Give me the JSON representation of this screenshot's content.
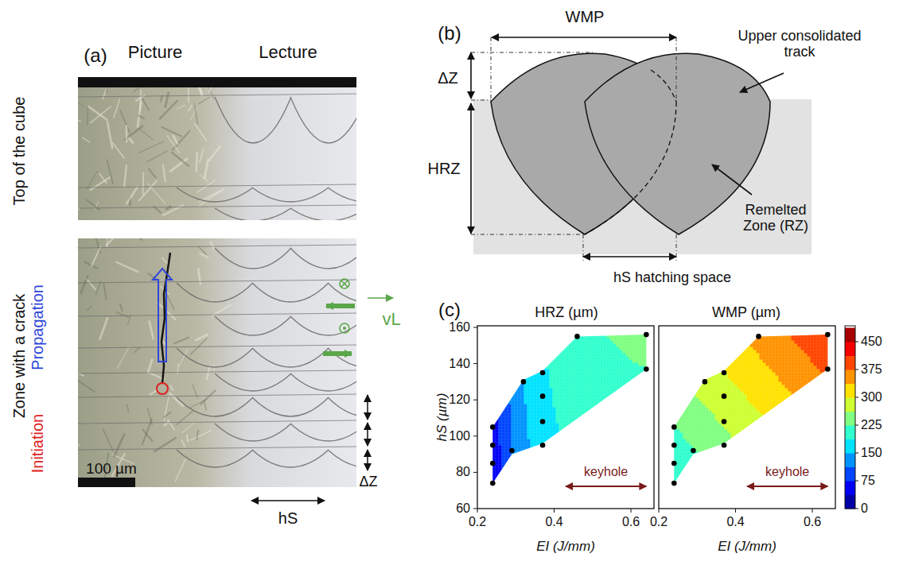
{
  "diagram": {
    "labels": [
      "(a)",
      "Picture",
      "Lecture",
      "Top of the cube",
      "Zone with a crack",
      "Propagation",
      "Initiation",
      "100 µm",
      "ΔZ",
      "hS",
      "vL",
      "(b)",
      "WMP",
      "ΔZ",
      "HRZ",
      "Upper consolidated track",
      "Remelted Zone (RZ)",
      "hS hatching space",
      "(c)",
      "HRZ (µm)",
      "WMP (µm)",
      "60",
      "80",
      "100",
      "120",
      "140",
      "160",
      "0.2",
      "0.4",
      "0.6",
      "0.2",
      "0.4",
      "0.6",
      "0",
      "75",
      "150",
      "225",
      "300",
      "375",
      "450",
      "hS (µm)",
      "EI (J/mm)",
      "EI (J/mm)",
      "keyhole",
      "keyhole"
    ]
  }
}
